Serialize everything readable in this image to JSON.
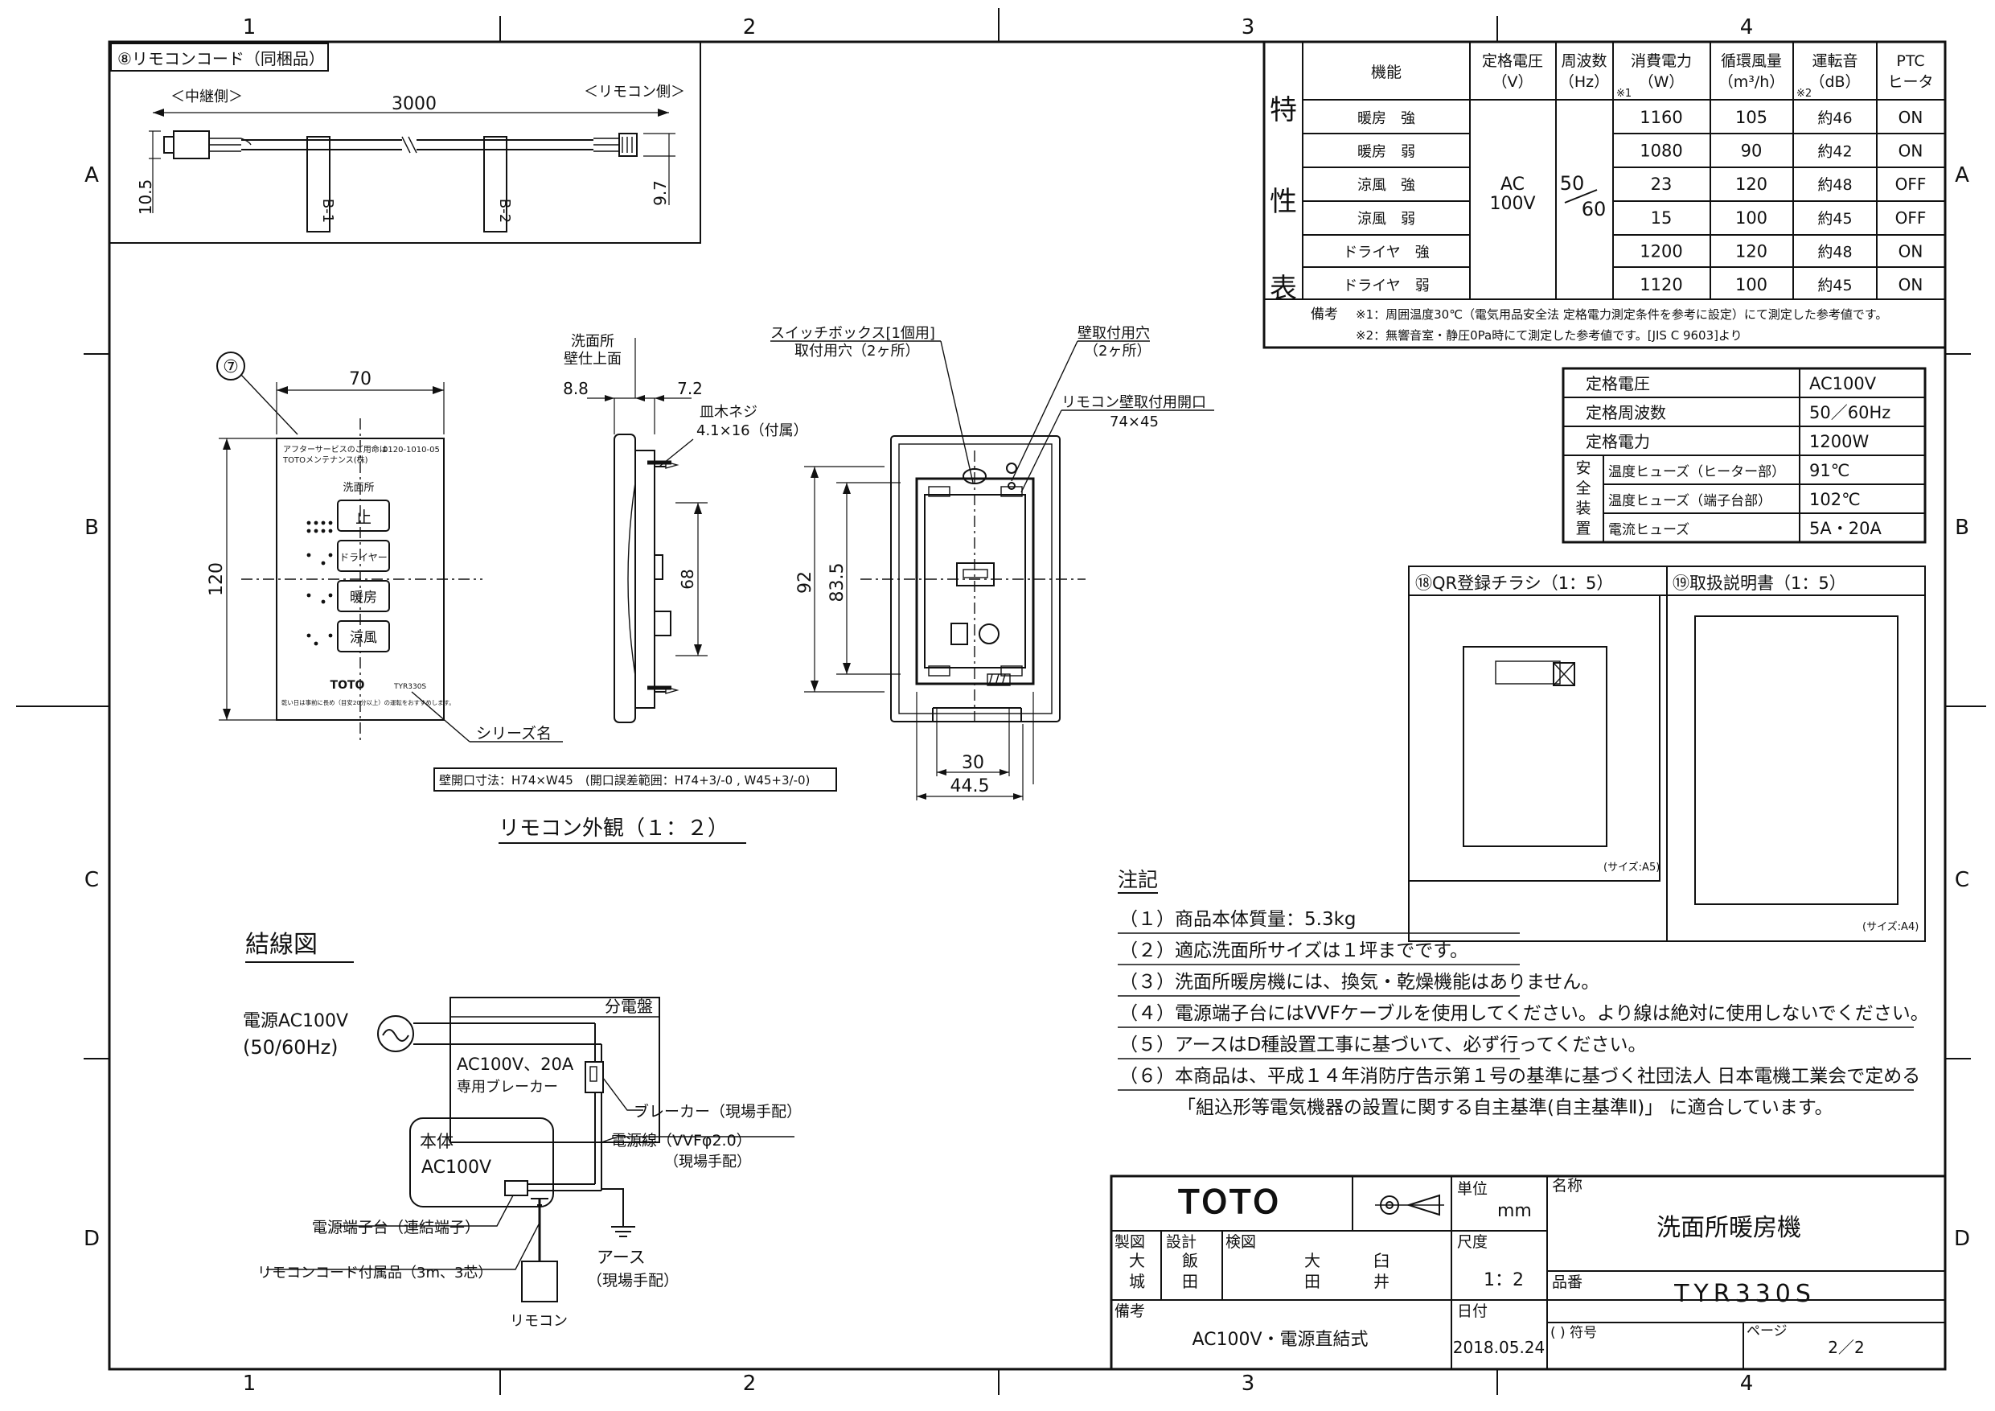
{
  "frame": {
    "col_labels": [
      "1",
      "2",
      "3",
      "4"
    ],
    "row_labels": [
      "A",
      "B",
      "C",
      "D"
    ]
  },
  "cord": {
    "title": "⑧リモコンコード（同梱品）",
    "relay_side": "＜中継側＞",
    "remote_side": "＜リモコン側＞",
    "length": "3000",
    "dim_left": "10.5",
    "dim_right": "9.7",
    "tag1": "B-1",
    "tag2": "B-2"
  },
  "remote": {
    "num": "⑦",
    "width": "70",
    "height": "120",
    "service_line": "アフターサービスのご用命は",
    "service_tel": "0120-1010-05",
    "maint": "TOTOメンテナンス(株)",
    "room": "洗面所",
    "btn_stop": "止",
    "btn_dryer": "ドライヤー",
    "btn_heat": "暖房",
    "btn_cool": "涼風",
    "brand": "TOTO",
    "model": "TYR330S",
    "caution": "乾い日は事前に長め（目安20分以上）の運転をおすすめします。",
    "series": "シリーズ名",
    "opening": "壁開口寸法：H74×W45　(開口誤差範囲：H74+3/-0 , W45+3/-0)",
    "caption": "リモコン外観（１：２）"
  },
  "side": {
    "label1": "洗面所",
    "label2": "壁仕上面",
    "d1": "8.8",
    "d2": "7.2",
    "screw1": "皿木ネジ",
    "screw2": "4.1×16（付属）",
    "d3": "68"
  },
  "back": {
    "sw1": "スイッチボックス[1個用]",
    "sw2": "取付用穴（2ヶ所）",
    "wall1": "壁取付用穴",
    "wall2": "（2ヶ所）",
    "open1": "リモコン壁取付用開口",
    "open2": "74×45",
    "d92": "92",
    "d835": "83.5",
    "d30": "30",
    "d445": "44.5"
  },
  "spec_table": {
    "side_label": [
      "特",
      "性",
      "表"
    ],
    "headers": [
      "機能",
      "定格電圧\n（V）",
      "周波数\n（Hz）",
      "消費電力\n（W）",
      "循環風量\n（m³/h）",
      "運転音\n（dB）",
      "PTC\nヒータ"
    ],
    "note1": "※1",
    "note2": "※2",
    "voltage": "AC\n100V",
    "freq_top": "50",
    "freq_bottom": "60",
    "rows": [
      {
        "func": "暖房　強",
        "power": "1160",
        "flow": "105",
        "noise": "約46",
        "ptc": "ON"
      },
      {
        "func": "暖房　弱",
        "power": "1080",
        "flow": "90",
        "noise": "約42",
        "ptc": "ON"
      },
      {
        "func": "涼風　強",
        "power": "23",
        "flow": "120",
        "noise": "約48",
        "ptc": "OFF"
      },
      {
        "func": "涼風　弱",
        "power": "15",
        "flow": "100",
        "noise": "約45",
        "ptc": "OFF"
      },
      {
        "func": "ドライヤ　強",
        "power": "1200",
        "flow": "120",
        "noise": "約48",
        "ptc": "ON"
      },
      {
        "func": "ドライヤ　弱",
        "power": "1120",
        "flow": "100",
        "noise": "約45",
        "ptc": "ON"
      }
    ],
    "remark_label": "備考",
    "remark1": "※1：周囲温度30℃（電気用品安全法 定格電力測定条件を参考に設定）にて測定した参考値です。",
    "remark2": "※2：無響音室・静圧0Pa時にて測定した参考値です。[JIS C 9603]より"
  },
  "rating_table": {
    "rows": [
      {
        "label": "定格電圧",
        "value": "AC100V"
      },
      {
        "label": "定格周波数",
        "value": "50／60Hz"
      },
      {
        "label": "定格電力",
        "value": "1200W"
      },
      {
        "label": "温度ヒューズ（ヒーター部）",
        "value": "91℃"
      },
      {
        "label": "温度ヒューズ（端子台部）",
        "value": "102℃"
      },
      {
        "label": "電流ヒューズ",
        "value": "5A・20A"
      }
    ],
    "safety": [
      "安",
      "全",
      "装",
      "置"
    ]
  },
  "docs": {
    "qr_title": "⑱QR登録チラシ（1：5）",
    "qr_size": "(サイズ:A5)",
    "manual_title": "⑲取扱説明書（1：5）",
    "manual_size": "(サイズ:A4)"
  },
  "notes": {
    "title": "注記",
    "items": [
      "（１）商品本体質量：5.3kg",
      "（２）適応洗面所サイズは１坪までです。",
      "（３）洗面所暖房機には、換気・乾燥機能はありません。",
      "（４）電源端子台にはVVFケーブルを使用してください。より線は絶対に使用しないでください。",
      "（５）アースはD種設置工事に基づいて、必ず行ってください。",
      "（６）本商品は、平成１４年消防庁告示第１号の基準に基づく社団法人 日本電機工業会で定める",
      "「組込形等電気機器の設置に関する自主基準(自主基準Ⅱ)」 に適合しています。"
    ]
  },
  "wiring": {
    "title": "結線図",
    "source1": "電源AC100V",
    "source2": "(50/60Hz)",
    "panel": "分電盤",
    "breaker1": "AC100V、20A",
    "breaker2": "専用ブレーカー",
    "breaker_note": "ブレーカー（現場手配）",
    "cable1": "電源線（VVFφ2.0）",
    "cable2": "（現場手配）",
    "body1": "本体",
    "body2": "AC100V",
    "terminal": "電源端子台（連結端子）",
    "cord": "リモコンコード付属品（3m、3芯）",
    "remote": "リモコン",
    "earth1": "アース",
    "earth2": "（現場手配）"
  },
  "title_block": {
    "logo": "TOTO",
    "unit_label": "単位",
    "unit": "mm",
    "name_label": "名称",
    "name": "洗面所暖房機",
    "made_label": "製図",
    "made": "大城",
    "design_label": "設計",
    "design": "飯田",
    "check_label": "検図",
    "check1": "大田",
    "check2": "臼井",
    "scale_label": "尺度",
    "scale": "1：2",
    "part_label": "品番",
    "part": "TYR330S",
    "remark_label": "備考",
    "remark": "AC100V・電源直結式",
    "date_label": "日付",
    "date": "2018.05.24",
    "sym_label": "( ) 符号",
    "page_label": "ページ",
    "page": "2／2"
  }
}
